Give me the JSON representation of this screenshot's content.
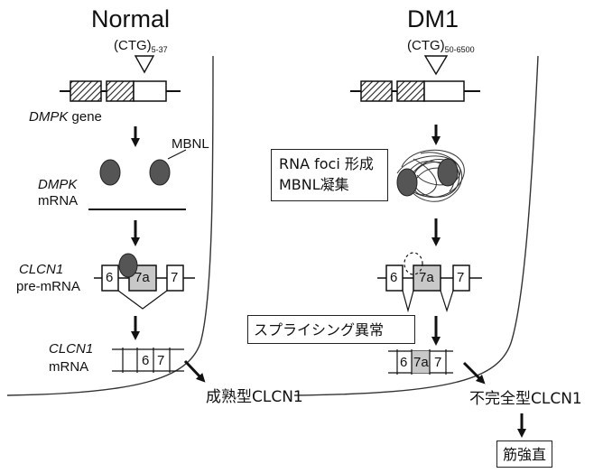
{
  "normal": {
    "title": "Normal",
    "repeat_label": "(CTG)",
    "repeat_range": "5-37",
    "gene_label_italic": "DMPK",
    "gene_label_rest": " gene",
    "mbnl_label": "MBNL",
    "mrna_label_italic": "DMPK",
    "mrna_label": "mRNA",
    "premrna_label_italic": "CLCN1",
    "premrna_label": "pre-mRNA",
    "exons": [
      "6",
      "7a",
      "7"
    ],
    "mature_label_italic": "CLCN1",
    "mature_label": "mRNA",
    "mature_exons": [
      "6",
      "7"
    ],
    "outcome": "成熟型CLCN1"
  },
  "dm1": {
    "title": "DM1",
    "repeat_label": "(CTG)",
    "repeat_range": "50-6500",
    "foci_line1": "RNA foci 形成",
    "foci_line2": "MBNL凝集",
    "exons": [
      "6",
      "7a",
      "7"
    ],
    "splicing_label": "スプライシング異常",
    "mature_exons": [
      "6",
      "7a",
      "7"
    ],
    "outcome": "不完全型CLCN1",
    "result": "筋強直"
  },
  "colors": {
    "mbnl_fill": "#555555",
    "exon7a_fill": "#c8c8c8",
    "line": "#111111"
  }
}
